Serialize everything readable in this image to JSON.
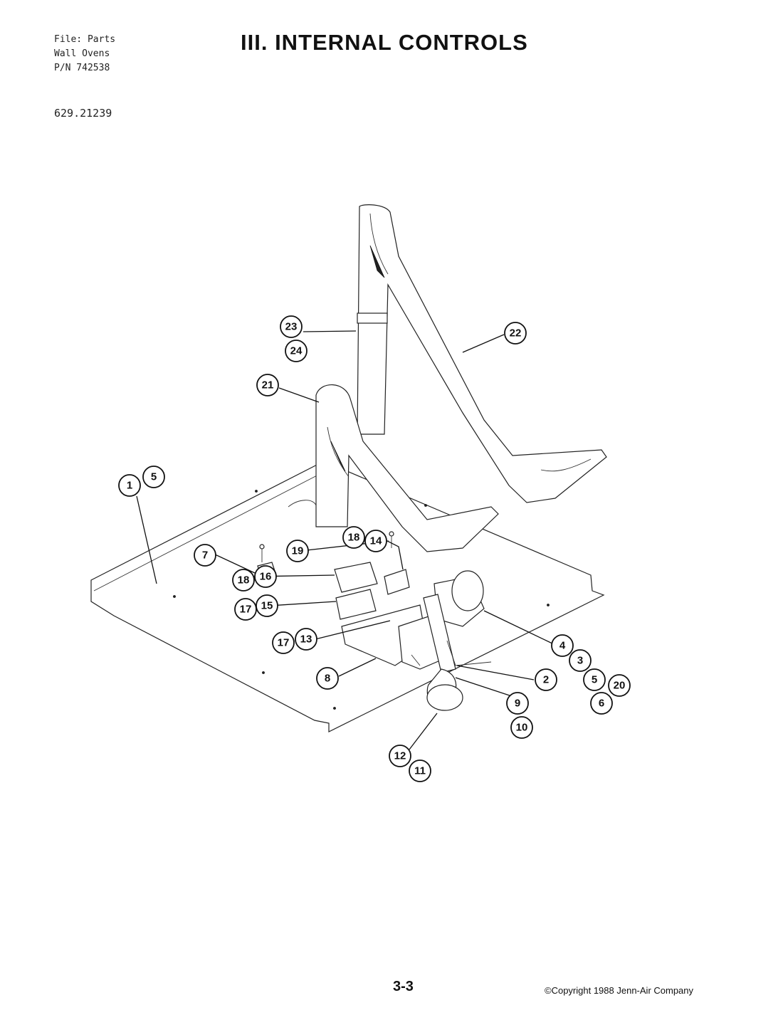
{
  "header": {
    "file_lines": [
      "File: Parts",
      "Wall Ovens",
      "P/N 742538"
    ],
    "model": "629.21239",
    "title": "III. INTERNAL CONTROLS"
  },
  "footer": {
    "page": "3-3",
    "copyright": "©Copyright 1988 Jenn-Air Company"
  },
  "callouts": [
    "1",
    "5",
    "2",
    "3",
    "4",
    "5",
    "20",
    "6",
    "7",
    "8",
    "9",
    "10",
    "11",
    "12",
    "13",
    "14",
    "15",
    "16",
    "17",
    "17",
    "18",
    "18",
    "19",
    "21",
    "22",
    "23",
    "24"
  ]
}
